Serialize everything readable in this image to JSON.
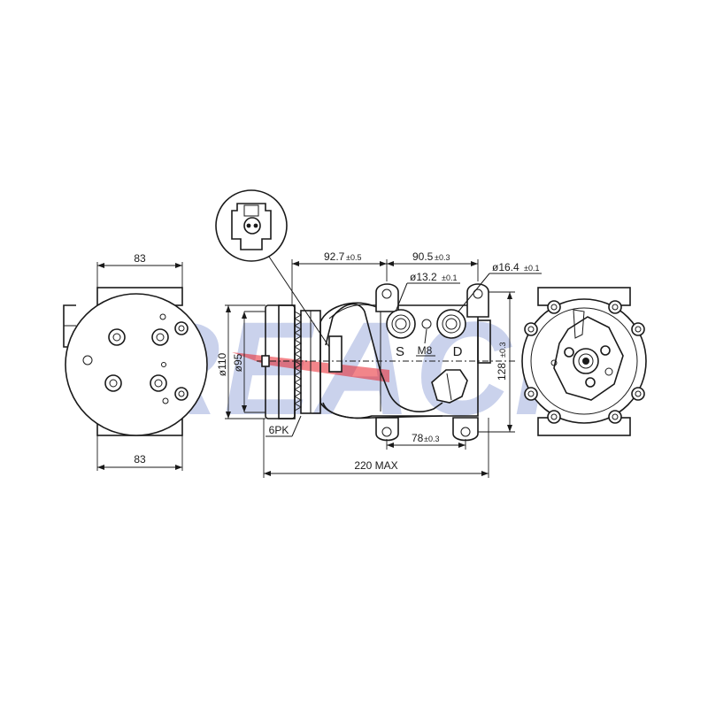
{
  "watermark": {
    "text": "REACH",
    "color": "#b9c4e6",
    "accent_color": "#e8202a"
  },
  "dimensions": {
    "left_top_width": "83",
    "left_bottom_width": "83",
    "pulley_outer_diameter": "ø110",
    "pulley_inner_diameter": "ø95",
    "belt_type": "6PK",
    "pulley_to_port_main": "92.7",
    "pulley_to_port_tol": "±0.5",
    "port_spacing_main": "90.5",
    "port_spacing_tol": "±0.3",
    "suction_port_main": "ø13.2",
    "suction_port_tol": "±0.1",
    "discharge_port_main": "ø16.4",
    "discharge_port_tol": "±0.1",
    "thread": "M8",
    "suction_label": "S",
    "discharge_label": "D",
    "height_main": "128",
    "height_tol": "±0.3",
    "mount_spacing_main": "78",
    "mount_spacing_tol": "±0.3",
    "overall_length": "220 MAX"
  }
}
